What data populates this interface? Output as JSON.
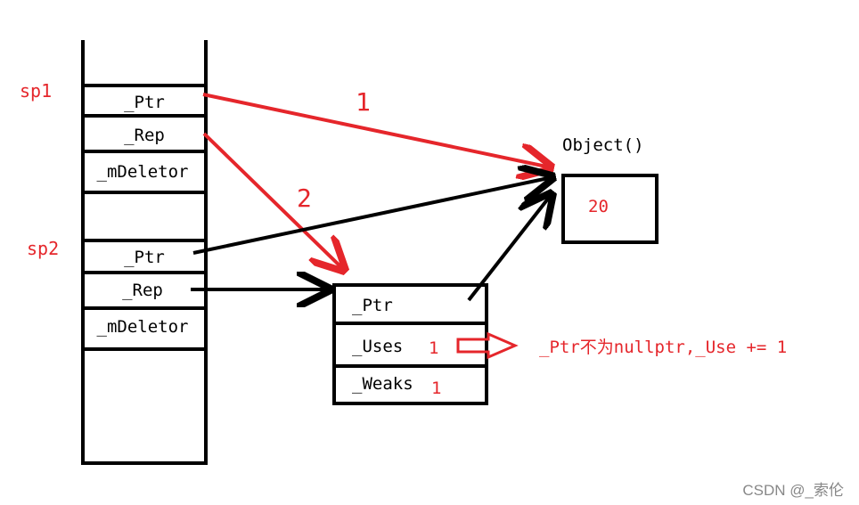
{
  "labels": {
    "sp1": "sp1",
    "sp2": "sp2",
    "arrow1": "1",
    "arrow2": "2",
    "object_title": "Object()",
    "object_value": "20",
    "uses_count": "1",
    "weaks_count": "1",
    "note": "_Ptr不为nullptr,_Use += 1",
    "watermark": "CSDN @_索伦"
  },
  "sp1_fields": [
    "_Ptr",
    "_Rep",
    "_mDeletor"
  ],
  "sp2_fields": [
    "_Ptr",
    "_Rep",
    "_mDeletor"
  ],
  "rep_fields": [
    "_Ptr",
    "_Uses",
    "_Weaks"
  ],
  "colors": {
    "accent_red": "#e5262b",
    "line_black": "#000000",
    "watermark": "#888888"
  }
}
